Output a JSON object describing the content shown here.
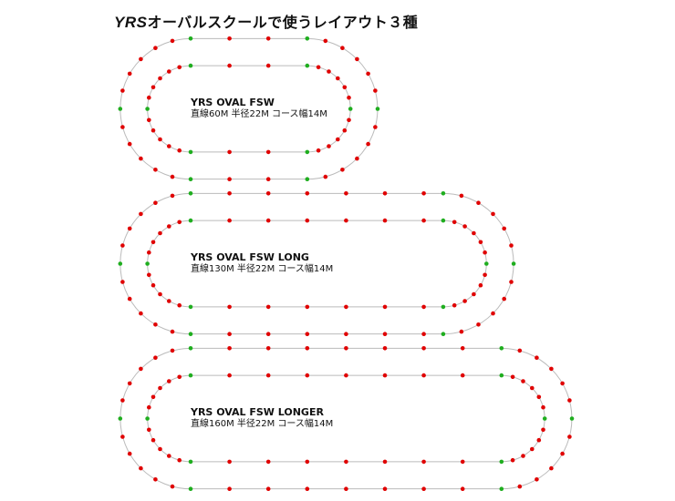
{
  "title": {
    "prefix": "YRS",
    "rest": "オーバルスクールで使うレイアウト３種"
  },
  "colors": {
    "track": "#bbbbbb",
    "marker": "#e00000",
    "key_marker": "#1fae1f"
  },
  "layouts": [
    {
      "name": "YRS OVAL FSW",
      "spec": "直線60M 半径22M コース幅14M",
      "straight_m": 60,
      "radius_m": 22,
      "width_m": 14
    },
    {
      "name": "YRS OVAL FSW LONG",
      "spec": "直線130M 半径22M コース幅14M",
      "straight_m": 130,
      "radius_m": 22,
      "width_m": 14
    },
    {
      "name": "YRS OVAL FSW LONGER",
      "spec": "直線160M 半径22M コース幅14M",
      "straight_m": 160,
      "radius_m": 22,
      "width_m": 14
    }
  ]
}
